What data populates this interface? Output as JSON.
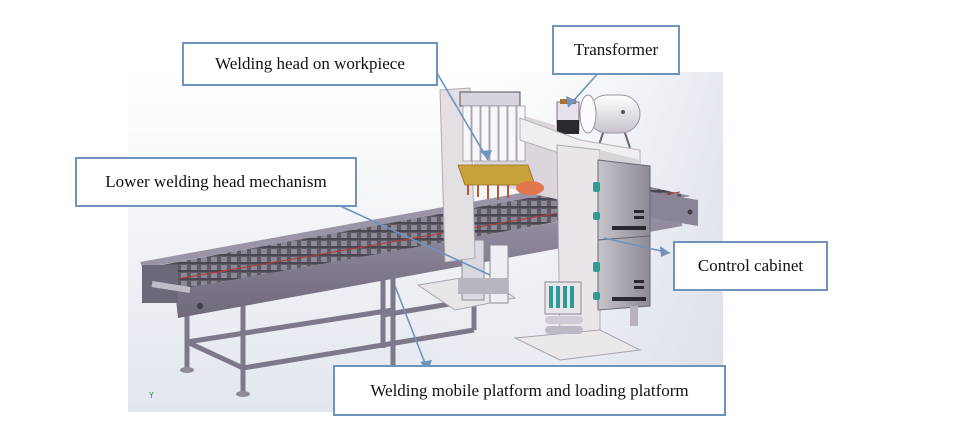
{
  "diagram": {
    "subject": "Automatic welding line with conveyor platform",
    "labels": [
      {
        "id": "welding-head",
        "text": "Welding head on workpiece"
      },
      {
        "id": "transformer",
        "text": "Transformer"
      },
      {
        "id": "lower-mechanism",
        "text": "Lower welding head mechanism"
      },
      {
        "id": "control-cabinet",
        "text": "Control cabinet"
      },
      {
        "id": "platform",
        "text": "Welding mobile platform and loading platform"
      }
    ],
    "axis_indicator": "Y",
    "colors": {
      "callout_border": "#6f93bd",
      "leader_line": "#6f93bd",
      "background_top": "#ffffff",
      "background_bottom": "#d9dde8",
      "frame": "#8a8499",
      "panel": "#e6e1e6",
      "cabinet": "#a8a4ad",
      "electrode": "#c9a23a",
      "connector": "#2e9b95"
    }
  }
}
